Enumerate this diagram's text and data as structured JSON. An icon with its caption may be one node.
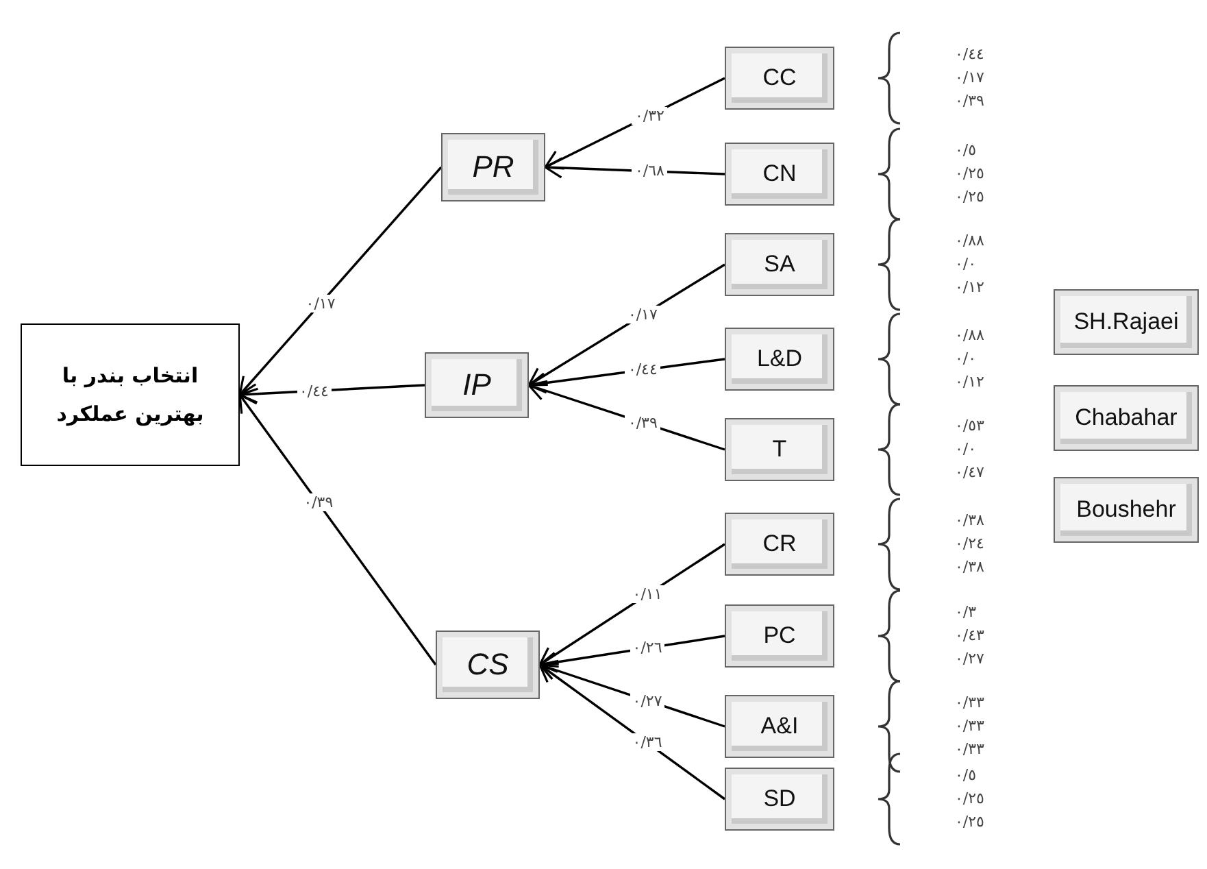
{
  "diagram": {
    "nodes": [
      {
        "text": [
          "انتخاب بندر با بهترین عملکرد"
        ]
      },
      {
        "text": [
          "PR"
        ]
      },
      {
        "text": [
          "IP"
        ]
      },
      {
        "text": [
          "CS"
        ]
      },
      {
        "text": [
          "CC"
        ],
        "beside": [
          "٠/٤٤",
          "٠/١٧",
          "٠/٣٩"
        ]
      },
      {
        "text": [
          "CN"
        ],
        "beside": [
          "٠/٥",
          "٠/٢٥",
          "٠/٢٥"
        ]
      },
      {
        "text": [
          "SA"
        ],
        "beside": [
          "٠/٨٨",
          "٠/٠",
          "٠/١٢"
        ]
      },
      {
        "text": [
          "L&D"
        ],
        "beside": [
          "٠/٨٨",
          "٠/٠",
          "٠/١٢"
        ]
      },
      {
        "text": [
          "T"
        ],
        "beside": [
          "٠/٥٣",
          "٠/٠",
          "٠/٤٧"
        ]
      },
      {
        "text": [
          "CR"
        ],
        "beside": [
          "٠/٣٨",
          "٠/٢٤",
          "٠/٣٨"
        ]
      },
      {
        "text": [
          "PC"
        ],
        "beside": [
          "٠/٣",
          "٠/٤٣",
          "٠/٢٧"
        ]
      },
      {
        "text": [
          "A&I"
        ],
        "beside": [
          "٠/٣٣",
          "٠/٣٣",
          "٠/٣٣"
        ]
      },
      {
        "text": [
          "SD"
        ],
        "beside": [
          "٠/٥",
          "٠/٢٥",
          "٠/٢٥"
        ]
      },
      {
        "text": [
          "SH.Rajaei"
        ]
      },
      {
        "text": [
          "Chabahar"
        ]
      },
      {
        "text": [
          "Boushehr"
        ]
      }
    ],
    "edges": [
      {
        "from": 1,
        "to": 0,
        "arrow": "to",
        "label": "٠/١٧"
      },
      {
        "from": 2,
        "to": 0,
        "arrow": "to",
        "label": "٠/٤٤"
      },
      {
        "from": 3,
        "to": 0,
        "arrow": "to",
        "label": "٠/٣٩"
      },
      {
        "from": 4,
        "to": 1,
        "arrow": "to",
        "label": "٠/٣٢"
      },
      {
        "from": 5,
        "to": 1,
        "arrow": "to",
        "label": "٠/٦٨"
      },
      {
        "from": 6,
        "to": 2,
        "arrow": "to",
        "label": "٠/١٧"
      },
      {
        "from": 7,
        "to": 2,
        "arrow": "to",
        "label": "٠/٤٤"
      },
      {
        "from": 8,
        "to": 2,
        "arrow": "to",
        "label": "٠/٣٩"
      },
      {
        "from": 9,
        "to": 3,
        "arrow": "to",
        "label": "٠/١١"
      },
      {
        "from": 10,
        "to": 3,
        "arrow": "to",
        "label": "٠/٢٦"
      },
      {
        "from": 11,
        "to": 3,
        "arrow": "to",
        "label": "٠/٢٧"
      },
      {
        "from": 12,
        "to": 3,
        "arrow": "to",
        "label": "٠/٣٦"
      }
    ]
  }
}
